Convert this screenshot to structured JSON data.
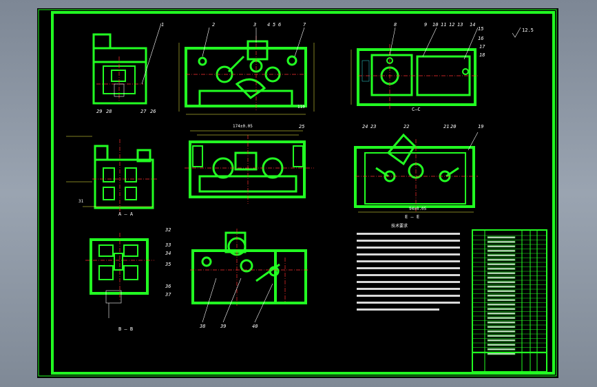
{
  "drawing": {
    "roughness_mark": "12.5",
    "section_labels": {
      "aa": "A — A",
      "bb": "B — B",
      "cc": "C—C",
      "ee": "E — E"
    },
    "balloons_top": [
      "1",
      "2",
      "3",
      "4",
      "5",
      "6",
      "7",
      "8",
      "9",
      "10",
      "11",
      "12",
      "13",
      "14",
      "15",
      "16",
      "17",
      "18"
    ],
    "balloons_mid": [
      "29",
      "28",
      "27",
      "26",
      "25",
      "24",
      "23",
      "22",
      "21",
      "20",
      "19"
    ],
    "balloons_bottom": [
      "32",
      "33",
      "34",
      "35",
      "36",
      "37",
      "38",
      "39",
      "40"
    ],
    "dims": {
      "d1": "174±0.05",
      "d2": "94±0.05",
      "d3": "31",
      "d4": "110"
    },
    "tech_req_title": "技术要求",
    "tech_req_lines": [
      "1.",
      "2.",
      "3.",
      "4.",
      "5.",
      "6.",
      "7.",
      "8.",
      "9."
    ]
  },
  "colors": {
    "frame": "#22ff22",
    "text": "#ffffff",
    "centerline": "#ff3030",
    "dim": "#ffff44",
    "background": "#000000"
  }
}
